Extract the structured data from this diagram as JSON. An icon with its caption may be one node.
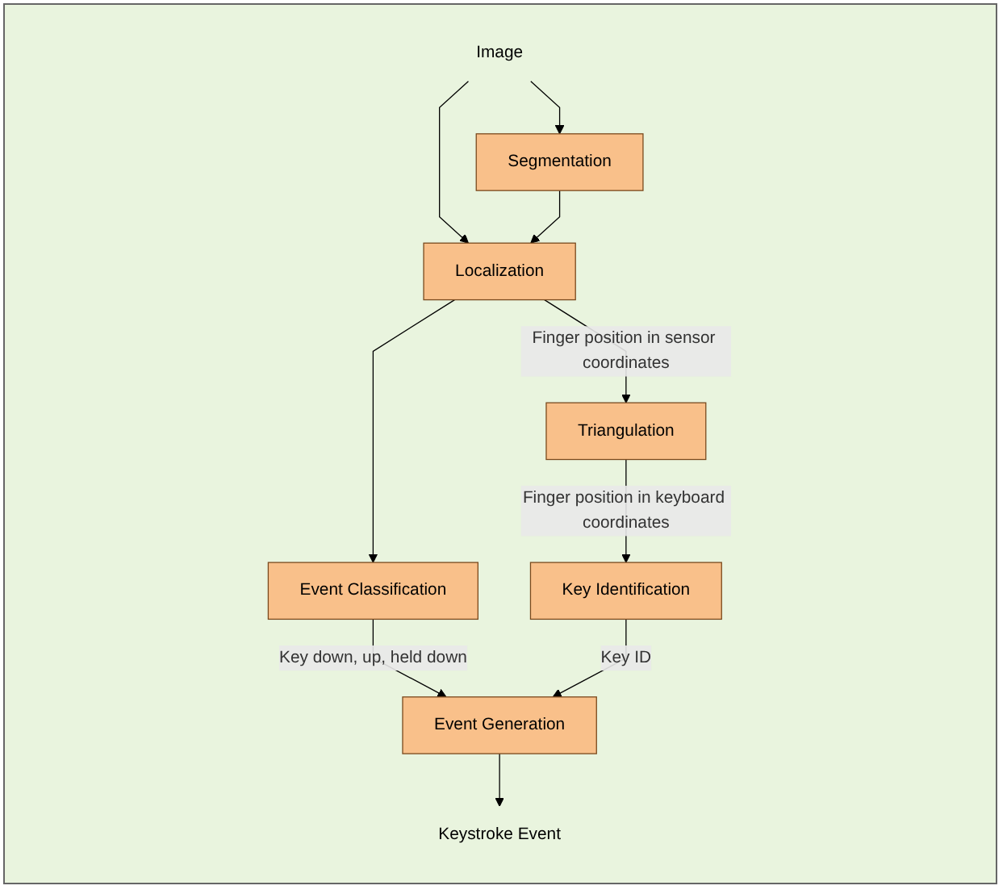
{
  "diagram": {
    "nodes": [
      {
        "text": [
          "Image"
        ]
      },
      {
        "text": [
          "Segmentation"
        ]
      },
      {
        "text": [
          "Localization"
        ]
      },
      {
        "text": [
          "Event Classification"
        ]
      },
      {
        "text": [
          "Triangulation"
        ]
      },
      {
        "text": [
          "Event Generation"
        ]
      },
      {
        "text": [
          "Key Identification"
        ]
      },
      {
        "text": [
          "Keystroke Event"
        ]
      }
    ],
    "edges": [
      {
        "from": 0,
        "to": 1,
        "arrow": "to"
      },
      {
        "from": 0,
        "to": 2,
        "arrow": "to"
      },
      {
        "from": 1,
        "to": 2,
        "arrow": "to"
      },
      {
        "from": 2,
        "to": 3,
        "arrow": "to"
      },
      {
        "from": 2,
        "to": 4,
        "arrow": "to",
        "label": "Finger position in sensor coordinates"
      },
      {
        "from": 3,
        "to": 5,
        "arrow": "to",
        "label": "Key down, up, held down"
      },
      {
        "from": 4,
        "to": 6,
        "arrow": "to",
        "label": "Finger position in keyboard coordinates"
      },
      {
        "from": 6,
        "to": 5,
        "arrow": "to",
        "label": "Key ID"
      },
      {
        "from": 5,
        "to": 7,
        "arrow": "to"
      }
    ]
  }
}
